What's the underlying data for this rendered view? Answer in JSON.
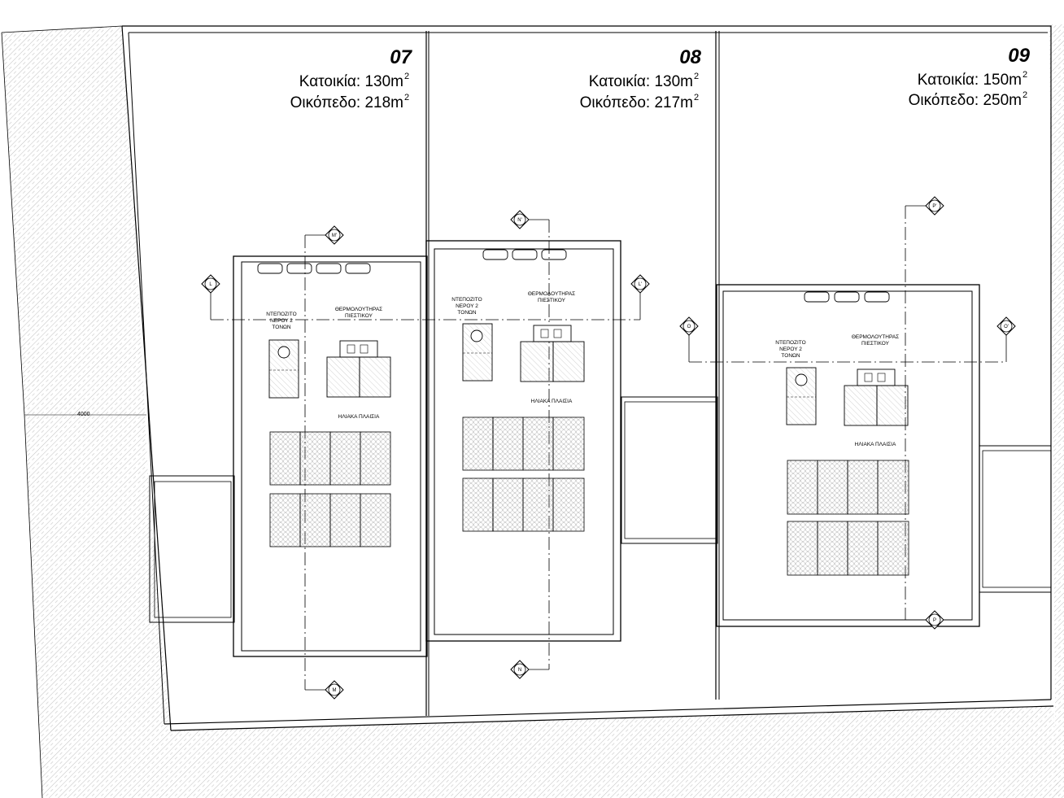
{
  "dimension": "4000",
  "colors": {
    "line": "#000000",
    "hatch": "#9a9a9a",
    "background": "#ffffff"
  },
  "plots": [
    {
      "number": "07",
      "house_label": "Κατοικία: 130m",
      "plot_label": "Οικόπεδο: 218m",
      "unit_sup": "2",
      "tank_label": [
        "ΝΤΕΠΟΖΙΤΟ",
        "ΝΕΡΟΥ 2",
        "ΤΟΝΩΝ"
      ],
      "heater_label": [
        "ΘΕΡΜΟΛΟΥΤΗΡΑΣ",
        "ΠΙΕΣΤΙΚΟΥ"
      ],
      "solar_label": "ΗΛΙΑΚΑ ΠΛΑΙΣΙΑ",
      "section_markers": {
        "top": "M'",
        "bottom": "M",
        "left": "L"
      }
    },
    {
      "number": "08",
      "house_label": "Κατοικία: 130m",
      "plot_label": "Οικόπεδο: 217m",
      "unit_sup": "2",
      "tank_label": [
        "ΝΤΕΠΟΖΙΤΟ",
        "ΝΕΡΟΥ 2",
        "ΤΟΝΩΝ"
      ],
      "heater_label": [
        "ΘΕΡΜΟΛΟΥΤΗΡΑΣ",
        "ΠΙΕΣΤΙΚΟΥ"
      ],
      "solar_label": "ΗΛΙΑΚΑ ΠΛΑΙΣΙΑ",
      "section_markers": {
        "top": "N'",
        "bottom": "N",
        "right": "L'"
      }
    },
    {
      "number": "09",
      "house_label": "Κατοικία: 150m",
      "plot_label": "Οικόπεδο: 250m",
      "unit_sup": "2",
      "tank_label": [
        "ΝΤΕΠΟΖΙΤΟ",
        "ΝΕΡΟΥ 2",
        "ΤΟΝΩΝ"
      ],
      "heater_label": [
        "ΘΕΡΜΟΛΟΥΤΗΡΑΣ",
        "ΠΙΕΣΤΙΚΟΥ"
      ],
      "solar_label": "ΗΛΙΑΚΑ ΠΛΑΙΣΙΑ",
      "section_markers": {
        "top": "P'",
        "bottom": "P",
        "left": "O",
        "right": "O'"
      }
    }
  ]
}
